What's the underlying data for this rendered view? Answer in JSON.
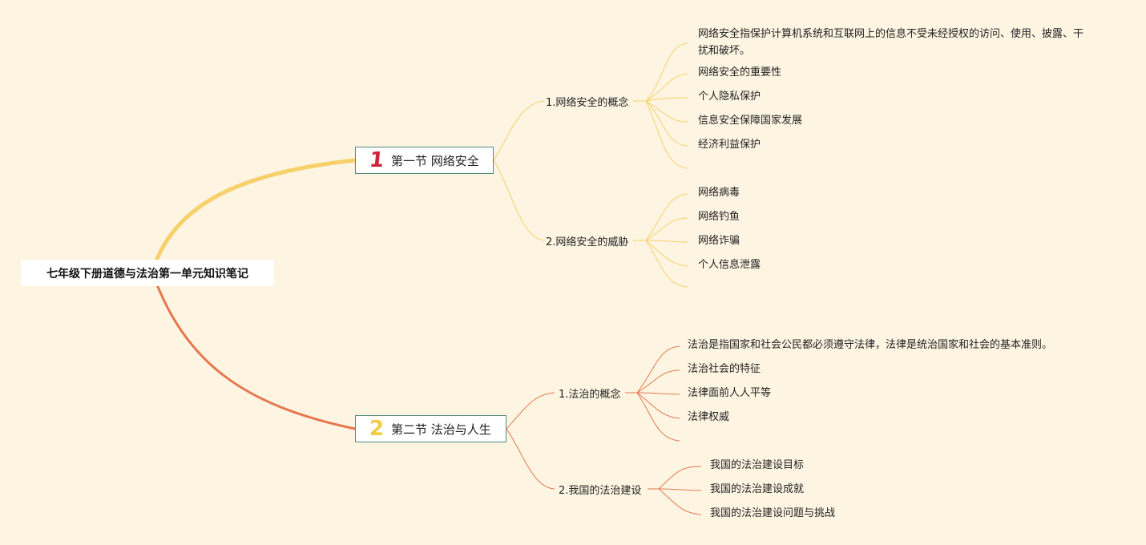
{
  "root": {
    "label": "七年级下册道德与法治第一单元知识笔记"
  },
  "sections": [
    {
      "number": "1",
      "title": "第一节 网络安全",
      "number_color": "#d2243a",
      "branch_color": "#f7d06a",
      "topics": [
        {
          "label": "1.网络安全的概念",
          "items": [
            "网络安全指保护计算机系统和互联网上的信息不受未经授权的访问、使用、披露、干扰和破坏。",
            "网络安全的重要性",
            "个人隐私保护",
            "信息安全保障国家发展",
            "经济利益保护"
          ]
        },
        {
          "label": "2.网络安全的威胁",
          "items": [
            "网络病毒",
            "网络钓鱼",
            "网络诈骗",
            "个人信息泄露"
          ]
        }
      ]
    },
    {
      "number": "2",
      "title": "第二节 法治与人生",
      "number_color": "#f2cd3c",
      "branch_color": "#e5774f",
      "topics": [
        {
          "label": "1.法治的概念",
          "items": [
            "法治是指国家和社会公民都必须遵守法律，法律是统治国家和社会的基本准则。",
            "法治社会的特征",
            "法律面前人人平等",
            "法律权威"
          ]
        },
        {
          "label": "2.我国的法治建设",
          "items": [
            "我国的法治建设目标",
            "我国的法治建设成就",
            "我国的法治建设问题与挑战"
          ]
        }
      ]
    }
  ]
}
